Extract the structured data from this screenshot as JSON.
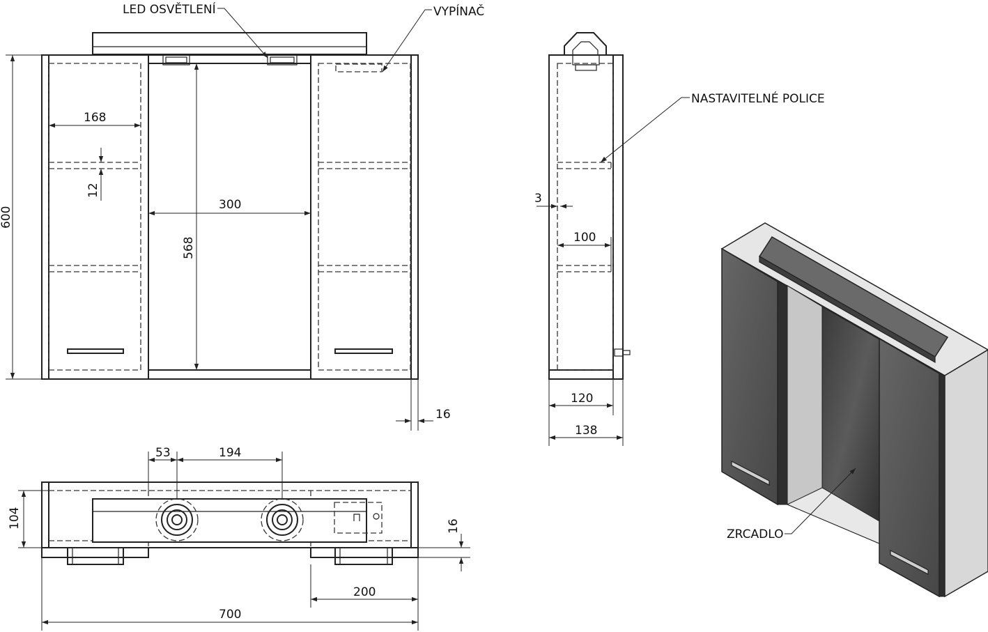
{
  "labels": {
    "led": "LED OSVĚTLENÍ",
    "switch": "VYPÍNAČ",
    "shelves": "NASTAVITELNÉ POLICE",
    "mirror": "ZRCADLO"
  },
  "dimensions": {
    "d600": "600",
    "d168": "168",
    "d12": "12",
    "d300": "300",
    "d568": "568",
    "d16_front": "16",
    "d3": "3",
    "d100": "100",
    "d120": "120",
    "d138": "138",
    "d53": "53",
    "d194": "194",
    "d104": "104",
    "d16_top": "16",
    "d200": "200",
    "d700": "700"
  },
  "colors": {
    "line": "#222222",
    "door": "#5a5a5a",
    "door_dark": "#3c3c3c",
    "panel_light": "#d9d9d9",
    "mirror": "#4a4a4a"
  }
}
